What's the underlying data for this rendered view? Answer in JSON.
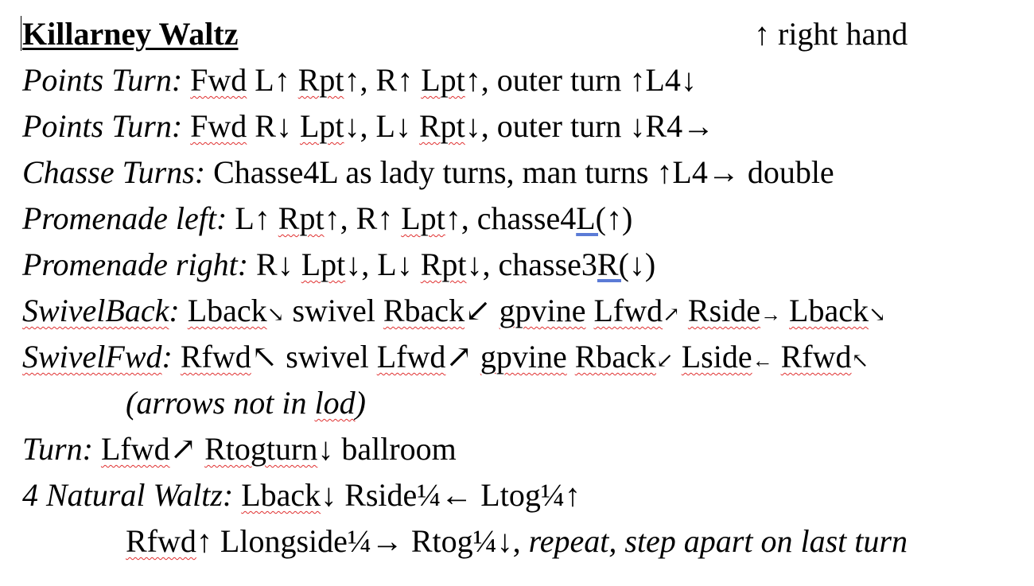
{
  "title": "Killarney Waltz",
  "legend": "↑ right hand",
  "figures": {
    "points_turn_1": {
      "label": "Points Turn:",
      "parts": [
        " ",
        "Fwd",
        " L↑ ",
        "Rpt",
        "↑, R↑ ",
        "Lpt",
        "↑, outer turn ↑L4↓"
      ]
    },
    "points_turn_2": {
      "label": "Points Turn:",
      "parts": [
        " ",
        "Fwd",
        " R↓ ",
        "Lpt",
        "↓, L↓ ",
        "Rpt",
        "↓, outer turn ↓R4→"
      ]
    },
    "chasse_turns": {
      "label": "Chasse Turns:",
      "text": " Chasse4L as lady turns, man turns ↑L4→ double"
    },
    "promenade_left": {
      "label": "Promenade left:",
      "parts": [
        " L↑ ",
        "Rpt",
        "↑, R↑ ",
        "Lpt",
        "↑, chasse4",
        "L(",
        "↑)"
      ]
    },
    "promenade_right": {
      "label": "Promenade right:",
      "parts": [
        " R↓ ",
        "Lpt",
        "↓, L↓ ",
        "Rpt",
        "↓, chasse3",
        "R(",
        "↓)"
      ]
    },
    "swivel_back": {
      "label": "SwivelBack",
      "colon": ":",
      "parts": [
        " ",
        "Lback",
        "↘",
        " swivel ",
        "Rback",
        "↙",
        " ",
        "gpvine",
        " ",
        "Lfwd",
        "↗",
        " ",
        "Rside",
        "→",
        " ",
        "Lback",
        "↘"
      ]
    },
    "swivel_fwd": {
      "label": "SwivelFwd",
      "colon": ":",
      "parts": [
        " ",
        "Rfwd",
        "↖",
        " swivel ",
        "Lfwd",
        "↗",
        " ",
        "gpvine",
        " ",
        "Rback",
        "↙",
        " ",
        "Lside",
        "←",
        " ",
        "Rfwd",
        "↖"
      ]
    },
    "swivel_note": {
      "open": "(arrows not in ",
      "word": "lod",
      "close": ")"
    },
    "turn": {
      "label": "Turn:",
      "parts": [
        " ",
        "Lfwd",
        "↗ ",
        "Rtogturn",
        "↓ ballroom"
      ]
    },
    "natural_waltz": {
      "label": "4 Natural Waltz:",
      "parts": [
        " ",
        "Lback",
        "↓ Rside¼← Ltog¼↑"
      ]
    },
    "natural_waltz_cont": {
      "parts": [
        "Rfwd",
        "↑ Llongside¼→ Rtog¼↓, "
      ],
      "italic": "repeat, step apart on last turn"
    }
  }
}
